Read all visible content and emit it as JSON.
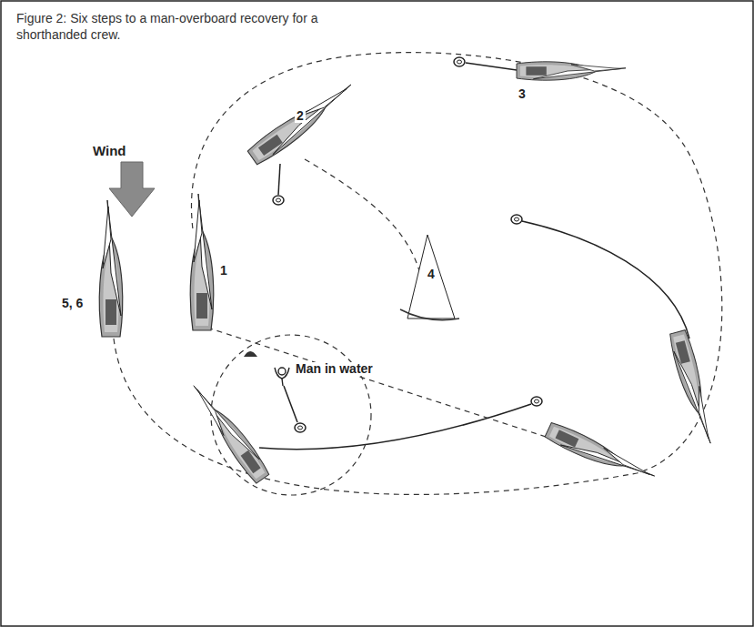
{
  "diagram": {
    "title": "Figure 2: Six steps to a man-overboard recovery for a shorthanded crew.",
    "labels": [
      "Wind",
      "1",
      "2",
      "3",
      "4",
      "Man in water",
      "5, 6"
    ]
  }
}
